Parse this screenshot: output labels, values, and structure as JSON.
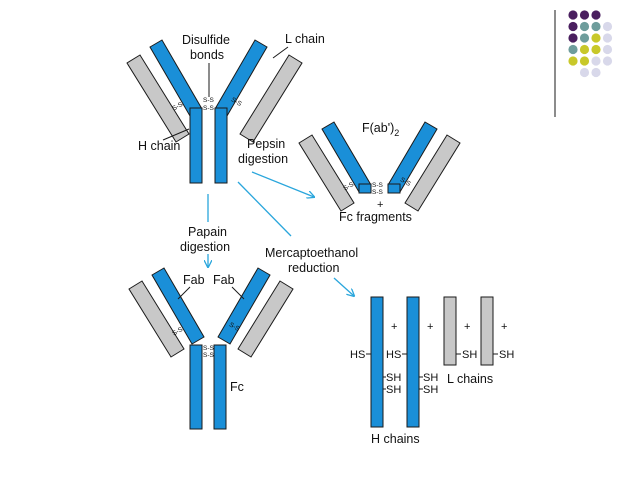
{
  "labels": {
    "disulfide_1": "Disulfide",
    "disulfide_2": "bonds",
    "l_chain": "L chain",
    "h_chain": "H chain",
    "pepsin_1": "Pepsin",
    "pepsin_2": "digestion",
    "fab2_main": "F(ab')",
    "fab2_sub": "2",
    "plus": "+",
    "fc_fragments": "Fc  fragments",
    "papain_1": "Papain",
    "papain_2": "digestion",
    "merc_1": "Mercaptoethanol",
    "merc_2": "reduction",
    "fab": "Fab",
    "fc": "Fc",
    "hs": "HS",
    "sh": "SH",
    "ss": "S-S",
    "l_chains": "L chains",
    "h_chains": "H chains"
  },
  "colors": {
    "heavy_chain": "#1a8fd8",
    "light_chain": "#c8c8c8",
    "arrow": "#2aa6dc",
    "dot_purple": "#4a1f5f",
    "dot_teal": "#6e9d9c",
    "dot_yellow": "#c8c82a",
    "dot_lavender": "#d8d8ea"
  },
  "dot_grid": [
    [
      "purple",
      "purple",
      "purple",
      "none"
    ],
    [
      "purple",
      "teal",
      "teal",
      "lavender"
    ],
    [
      "purple",
      "teal",
      "yellow",
      "lavender"
    ],
    [
      "teal",
      "yellow",
      "yellow",
      "lavender"
    ],
    [
      "yellow",
      "yellow",
      "lavender",
      "lavender"
    ],
    [
      "none",
      "lavender",
      "lavender",
      "none"
    ]
  ]
}
